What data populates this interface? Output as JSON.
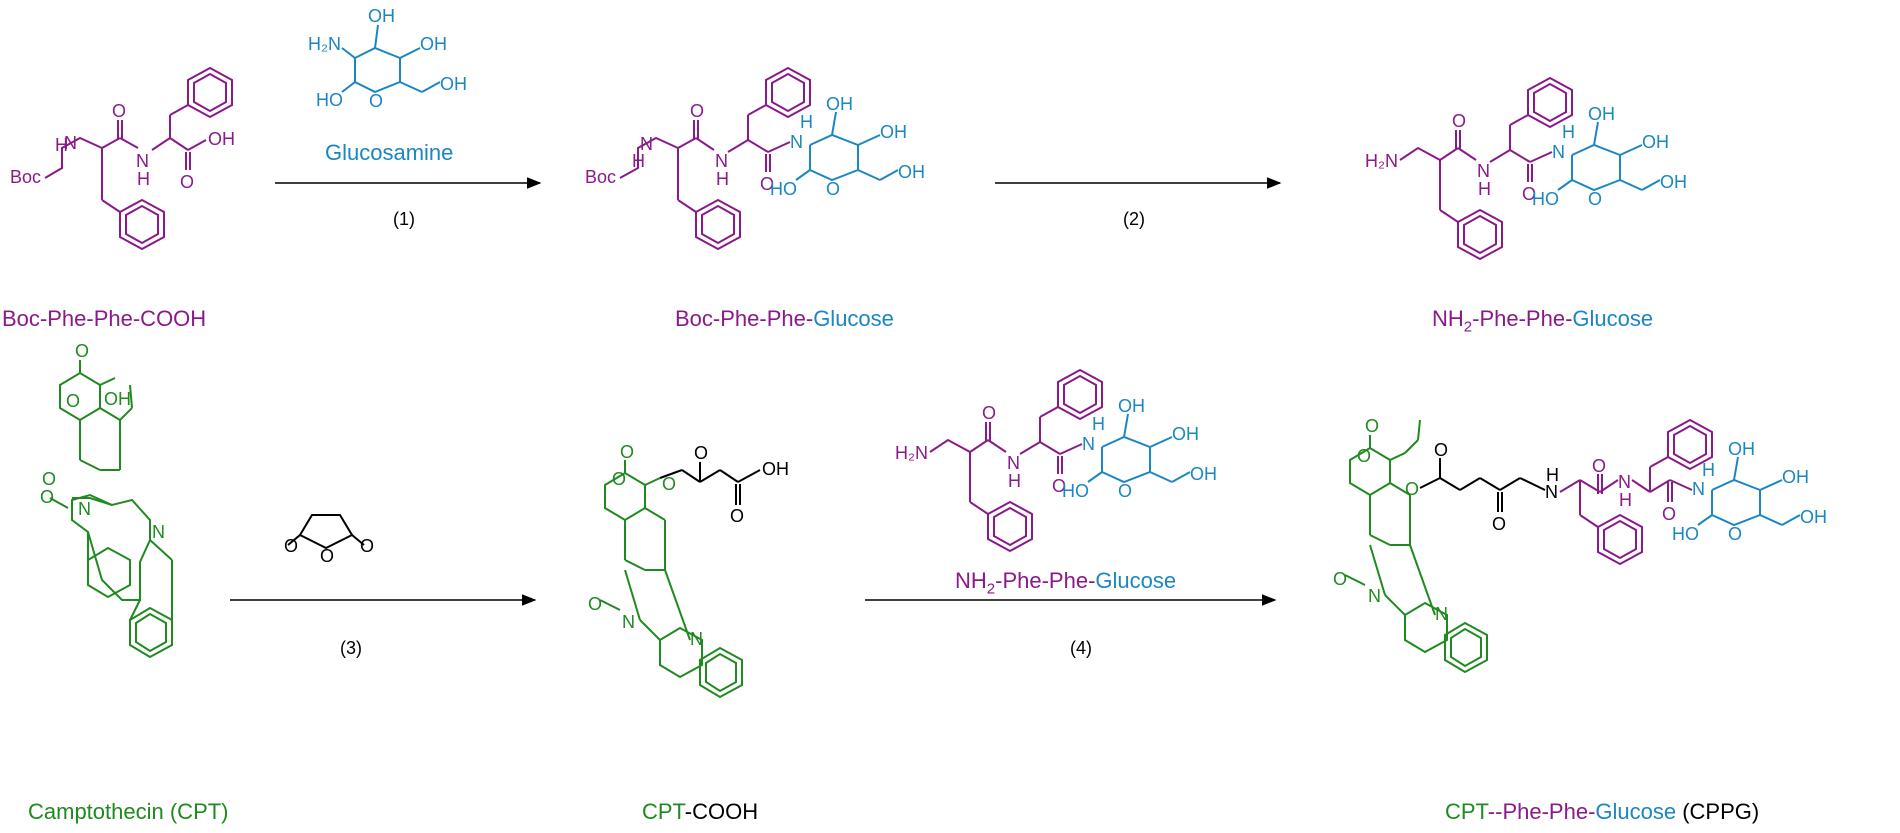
{
  "colors": {
    "peptide": "#8a1a8a",
    "sugar": "#1a86c2",
    "cpt": "#1f8a1f",
    "linker": "#000000"
  },
  "atoms": {
    "boc": "Boc",
    "nh": "N",
    "h": "H",
    "o": "O",
    "oh": "OH",
    "ho": "HO",
    "n": "N",
    "h2n": "H₂N",
    "h2n_sugar": "H₂N"
  },
  "reagents": {
    "glucosamine": "Glucosamine",
    "nh2_peptide": "NH",
    "sub2": "2",
    "phe_phe": "-Phe-Phe-",
    "glucose": "Glucose"
  },
  "steps": [
    "(1)",
    "(2)",
    "(3)",
    "(4)"
  ],
  "compounds": {
    "c1": "Boc-Phe-Phe-COOH",
    "c2_peptide": "Boc-Phe-Phe-",
    "c2_sugar": "Glucose",
    "c3_nh": "NH",
    "c3_sub": "2",
    "c3_peptide": "-Phe-Phe-",
    "c3_sugar": "Glucose",
    "c4": "Camptothecin (CPT)",
    "c5_cpt": "CPT",
    "c5_cooh": "-COOH",
    "c6_cpt": "CPT",
    "c6_peptide": "--Phe-Phe-",
    "c6_sugar": "Glucose",
    "c6_abbr": " (CPPG)"
  }
}
